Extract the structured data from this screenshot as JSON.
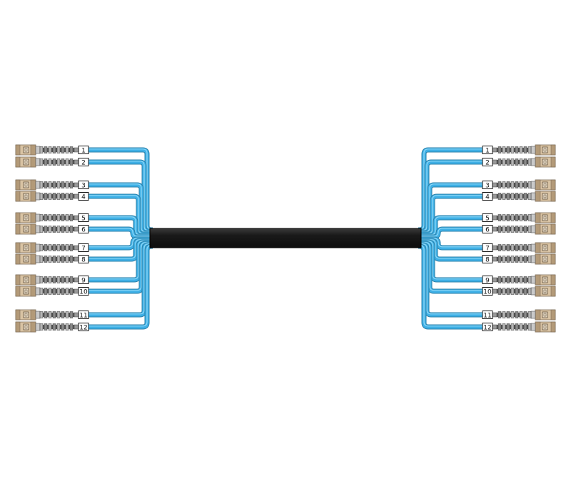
{
  "diagram": {
    "fiber_count": 12,
    "connector_type": "SC duplex",
    "left_labels": [
      "1",
      "2",
      "3",
      "4",
      "5",
      "6",
      "7",
      "8",
      "9",
      "10",
      "11",
      "12"
    ],
    "right_labels": [
      "1",
      "2",
      "3",
      "4",
      "5",
      "6",
      "7",
      "8",
      "9",
      "10",
      "11",
      "12"
    ],
    "colors": {
      "jacket": "#1a1a1a",
      "fiber": "#3fb0e6",
      "fiber_outline": "#2a7fa8",
      "connector_body": "#d9c3a3",
      "connector_shadow": "#b39a78",
      "boot": "#9a9a9a",
      "label_bg": "#ffffff"
    }
  }
}
